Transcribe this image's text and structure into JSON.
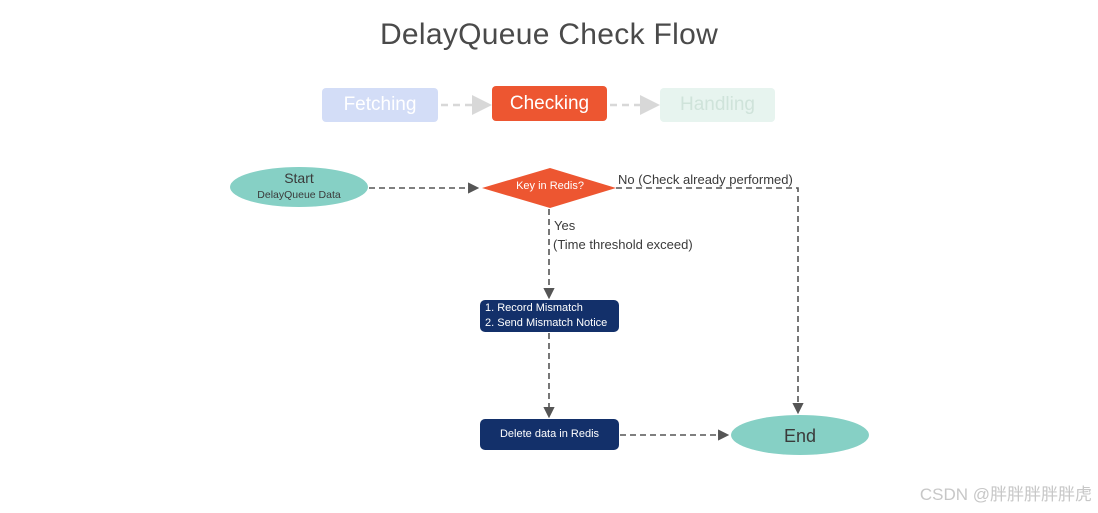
{
  "title": "DelayQueue Check Flow",
  "stages": [
    "Fetching",
    "Checking",
    "Handling"
  ],
  "nodes": {
    "start": {
      "title": "Start",
      "subtitle": "DelayQueue Data"
    },
    "decision": "Key in Redis?",
    "record": [
      "1. Record Mismatch",
      "2. Send Mismatch Notice"
    ],
    "delete": "Delete data in Redis",
    "end": "End"
  },
  "edges": {
    "no_label": "No (Check already performed)",
    "yes_label_line1": "Yes",
    "yes_label_line2": "(Time threshold exceed)"
  },
  "watermark": "CSDN @胖胖胖胖胖虎",
  "colors": {
    "start_end_fill": "#86d0c5",
    "decision_fill": "#ed5631",
    "process_fill": "#13306a",
    "fetching_fill": "#d3ddf7",
    "handling_fill": "#e7f4ef",
    "arrow": "#555555"
  }
}
